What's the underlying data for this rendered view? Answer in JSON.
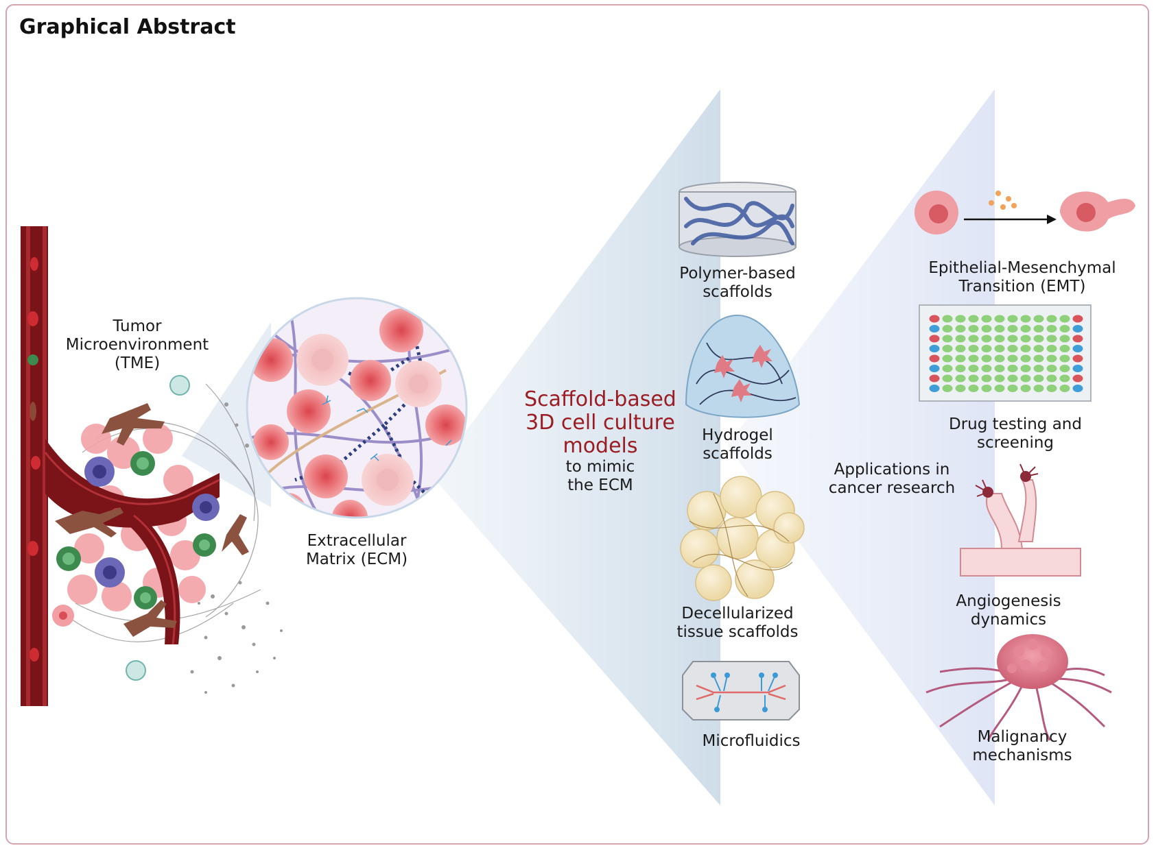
{
  "title": "Graphical Abstract",
  "labels": {
    "tme": [
      "Tumor",
      "Microenvironment",
      "(TME)"
    ],
    "ecm": [
      "Extracellular",
      "Matrix (ECM)"
    ],
    "center_red": [
      "Scaffold-based",
      "3D cell culture",
      "models"
    ],
    "center_black": [
      "to mimic",
      "the ECM"
    ],
    "polymer": [
      "Polymer-based",
      "scaffolds"
    ],
    "hydrogel": [
      "Hydrogel",
      "scaffolds"
    ],
    "decell": [
      "Decellularized",
      "tissue scaffolds"
    ],
    "microfluidics": [
      "Microfluidics"
    ],
    "applications": [
      "Applications in",
      "cancer research"
    ],
    "emt": [
      "Epithelial-Mesenchymal",
      "Transition (EMT)"
    ],
    "drug": [
      "Drug testing and",
      "screening"
    ],
    "angio": [
      "Angiogenesis",
      "dynamics"
    ],
    "malig": [
      "Malignancy",
      "mechanisms"
    ]
  },
  "colors": {
    "frame": "#d6a3ad",
    "title_red": "#9b1c22",
    "vessel": "#7a1418",
    "wedge": "#dbe7f0",
    "wedge2": "#e6ecf8"
  }
}
